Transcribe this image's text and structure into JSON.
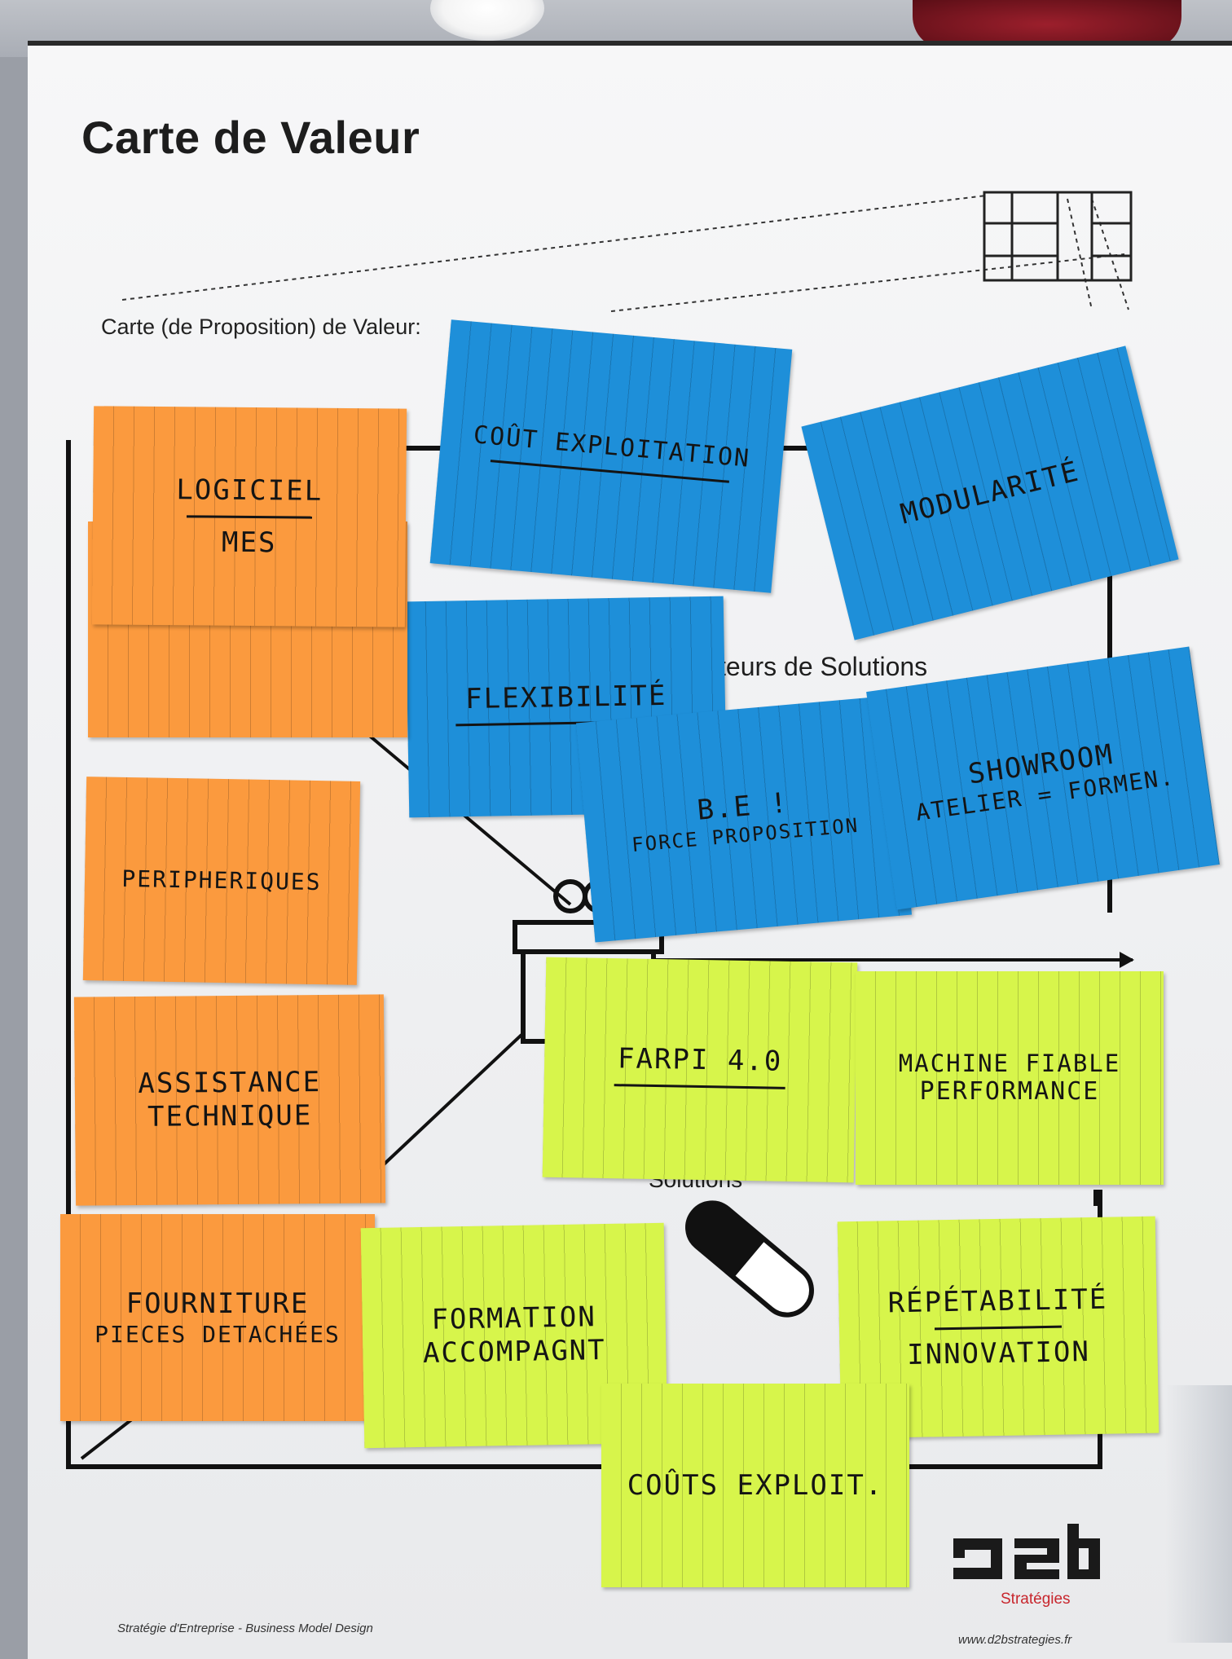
{
  "poster": {
    "title": "Carte de Valeur",
    "subtitle": "Carte (de Proposition) de Valeur:",
    "label_top_right": "teurs de Solutions",
    "label_bottom": "Solutions",
    "footer_left": "Stratégie d'Entreprise - Business Model Design",
    "footer_right": "www.d2bstrategies.fr",
    "logo_text": "D2b",
    "logo_sub": "Stratégies"
  },
  "notes": {
    "logiciel": {
      "line1": "LOGICIEL",
      "line2": "MES"
    },
    "peripheriques": {
      "line1": "PERIPHERIQUES"
    },
    "assistance": {
      "line1": "ASSISTANCE",
      "line2": "TECHNIQUE"
    },
    "fourniture": {
      "line1": "FOURNITURE",
      "line2": "PIECES DETACHÉES"
    },
    "cout_exploitation": {
      "line1": "COÛT EXPLOITATION"
    },
    "modularite": {
      "line1": "MODULARITÉ"
    },
    "flexibilite": {
      "line1": "FLEXIBILITÉ"
    },
    "be": {
      "line1": "B.E !",
      "line2": "FORCE PROPOSITION"
    },
    "showroom": {
      "line1": "SHOWROOM",
      "line2": "ATELIER = FORMEN."
    },
    "farpi": {
      "line1": "FARPI 4.0"
    },
    "machine": {
      "line1": "MACHINE FIABLE",
      "line2": "PERFORMANCE"
    },
    "formation": {
      "line1": "FORMATION",
      "line2": "ACCOMPAGNT"
    },
    "repetabilite": {
      "line1": "RÉPÉTABILITÉ",
      "line2": "INNOVATION"
    },
    "couts_exploit": {
      "line1": "COÛTS EXPLOIT."
    }
  },
  "colors": {
    "orange": "#fb9a3e",
    "blue": "#1e8fd9",
    "green": "#d7f54b"
  }
}
